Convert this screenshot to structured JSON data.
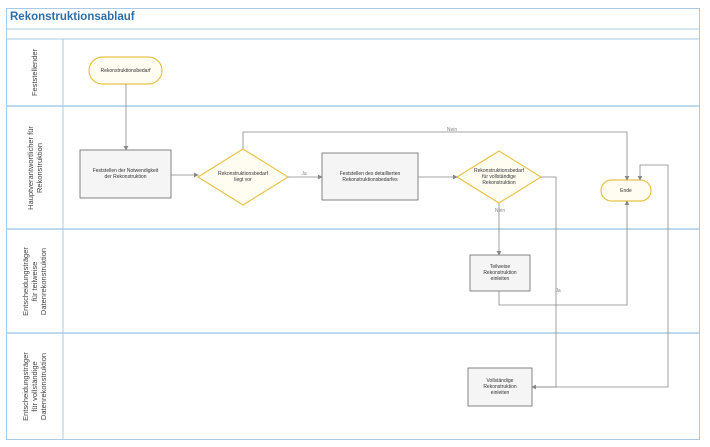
{
  "title": "Rekonstruktionsablauf",
  "lanes": [
    {
      "label": "Feststellender"
    },
    {
      "label": "Hauptverantwortlicher für\nRekonstruktion"
    },
    {
      "label": "Entscheidungsträger\nfür teilweise\nDatenrekonstruktion"
    },
    {
      "label": "Entscheidungsträger\nfür vollständige\nDatenrekonstruktion"
    }
  ],
  "nodes": {
    "start": "Rekonstruktionsbedarf",
    "check_necessity": "Feststellen der Notwendigkeit\nder Rekonstruktion",
    "decision_need": "Rekonstruktionsbedarf\nliegt vor",
    "detail_need": "Feststellen des detaillierten\nRekonstruktionsbedarfes",
    "decision_full": "Rekonstruktionsbedarf\nfür vollständige\nRekonstruktion",
    "partial": "Teilweise\nRekonstruktion\neinleiten",
    "full": "Vollständige\nRekonstruktion\neinleiten",
    "end": "Ende"
  },
  "edge_labels": {
    "need_yes": "Ja",
    "need_no": "Nein",
    "full_no": "Nein",
    "full_yes": "Ja"
  },
  "colors": {
    "title": "#2f6fa8",
    "lane_border": "#a9cbe6",
    "decision_stroke": "#e8c34a",
    "terminal_stroke": "#e8c34a",
    "box_stroke": "#666666",
    "connector": "#888888"
  }
}
